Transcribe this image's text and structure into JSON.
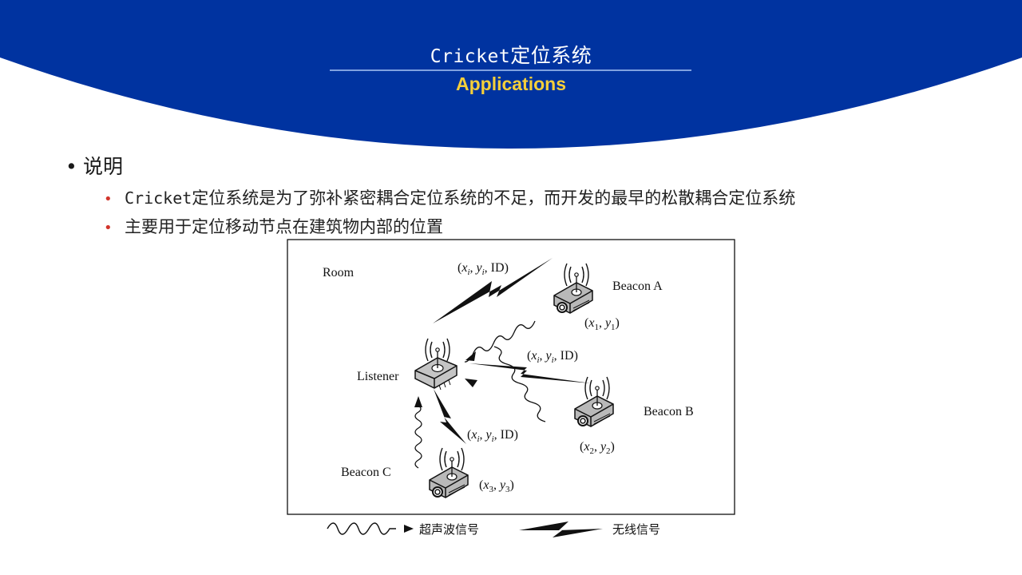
{
  "header": {
    "title_latin": "Cricket",
    "title_cjk": "定位系统",
    "subtitle": "Applications"
  },
  "content": {
    "heading": "说明",
    "bullets": [
      {
        "latin": "Cricket",
        "text": "定位系统是为了弥补紧密耦合定位系统的不足，而开发的最早的松散耦合定位系统"
      },
      {
        "latin": "",
        "text": "主要用于定位移动节点在建筑物内部的位置"
      }
    ]
  },
  "figure": {
    "room_label": "Room",
    "listener_label": "Listener",
    "beacon_a": {
      "label": "Beacon A",
      "coord_x": "x",
      "coord_y": "y",
      "sub": "1"
    },
    "beacon_b": {
      "label": "Beacon B",
      "coord_x": "x",
      "coord_y": "y",
      "sub": "2"
    },
    "beacon_c": {
      "label": "Beacon C",
      "coord_x": "x",
      "coord_y": "y",
      "sub": "3"
    },
    "message": {
      "x": "x",
      "y": "y",
      "sub": "i",
      "id": "ID"
    },
    "legend": {
      "ultrasonic": "超声波信号",
      "radio": "无线信号"
    }
  },
  "colors": {
    "header": "#0033a0",
    "accent_title": "#f5cf3a",
    "bullet_red": "#d2352c"
  }
}
